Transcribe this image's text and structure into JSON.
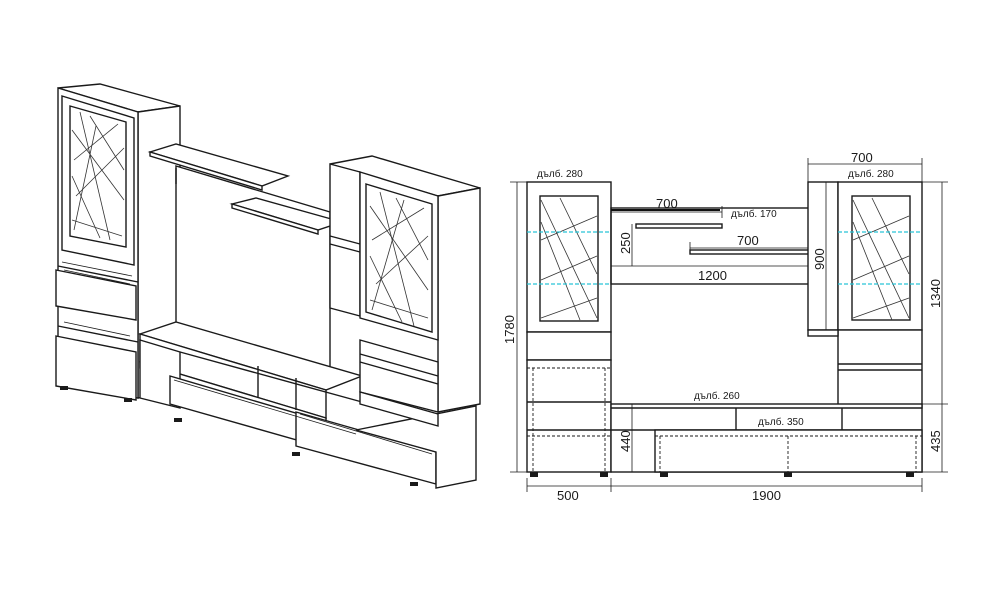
{
  "colors": {
    "line": "#1a1a1a",
    "led": "#29c4d6",
    "background": "#ffffff"
  },
  "labels": {
    "depth_left_cabinet": "дълб. 280",
    "depth_right_cabinet": "дълб. 280",
    "depth_shelf": "дълб. 170",
    "depth_tv_unit": "дълб. 260",
    "depth_base": "дълб. 350"
  },
  "dimensions": {
    "top_width_right": "700",
    "shelf_upper_width": "700",
    "shelf_lower_width": "700",
    "shelf_span": "1200",
    "shelf_gap": "250",
    "right_glass_height": "900",
    "total_height": "1780",
    "right_height": "1340",
    "tv_height": "440",
    "base_height_right": "435",
    "left_width": "500",
    "bottom_width": "1900"
  }
}
